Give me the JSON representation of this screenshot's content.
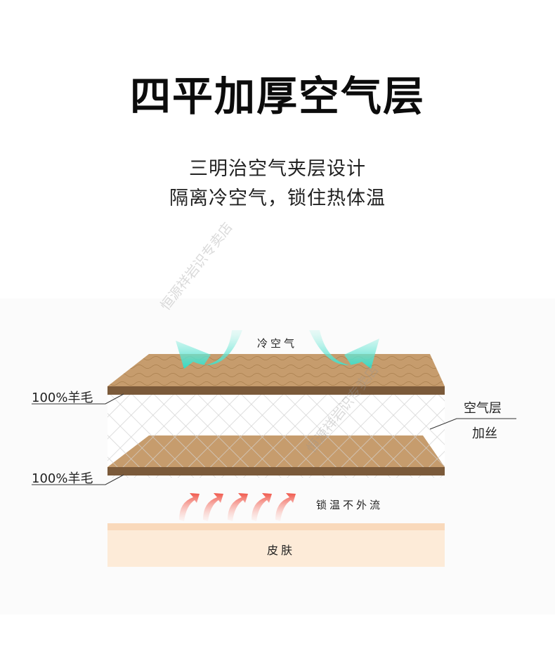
{
  "title": "四平加厚空气层",
  "subtitle": [
    "三明治空气夹层设计",
    "隔离冷空气，锁住热体温"
  ],
  "diagram": {
    "cold_air": "冷空气",
    "wool_top": "100%羊毛",
    "wool_bottom": "100%羊毛",
    "air_layer": "空气层",
    "air_layer_sub": "加丝",
    "warmth": "锁温不外流",
    "skin": "皮肤"
  },
  "watermark": "恒源祥岩识专卖店",
  "colors": {
    "wool": "#c69c6d",
    "wool_edge": "#7b5a3a",
    "skin": "#fce9d6",
    "cold_arrow": "#4fe3cf",
    "warm_arrow": "#f0655a"
  }
}
